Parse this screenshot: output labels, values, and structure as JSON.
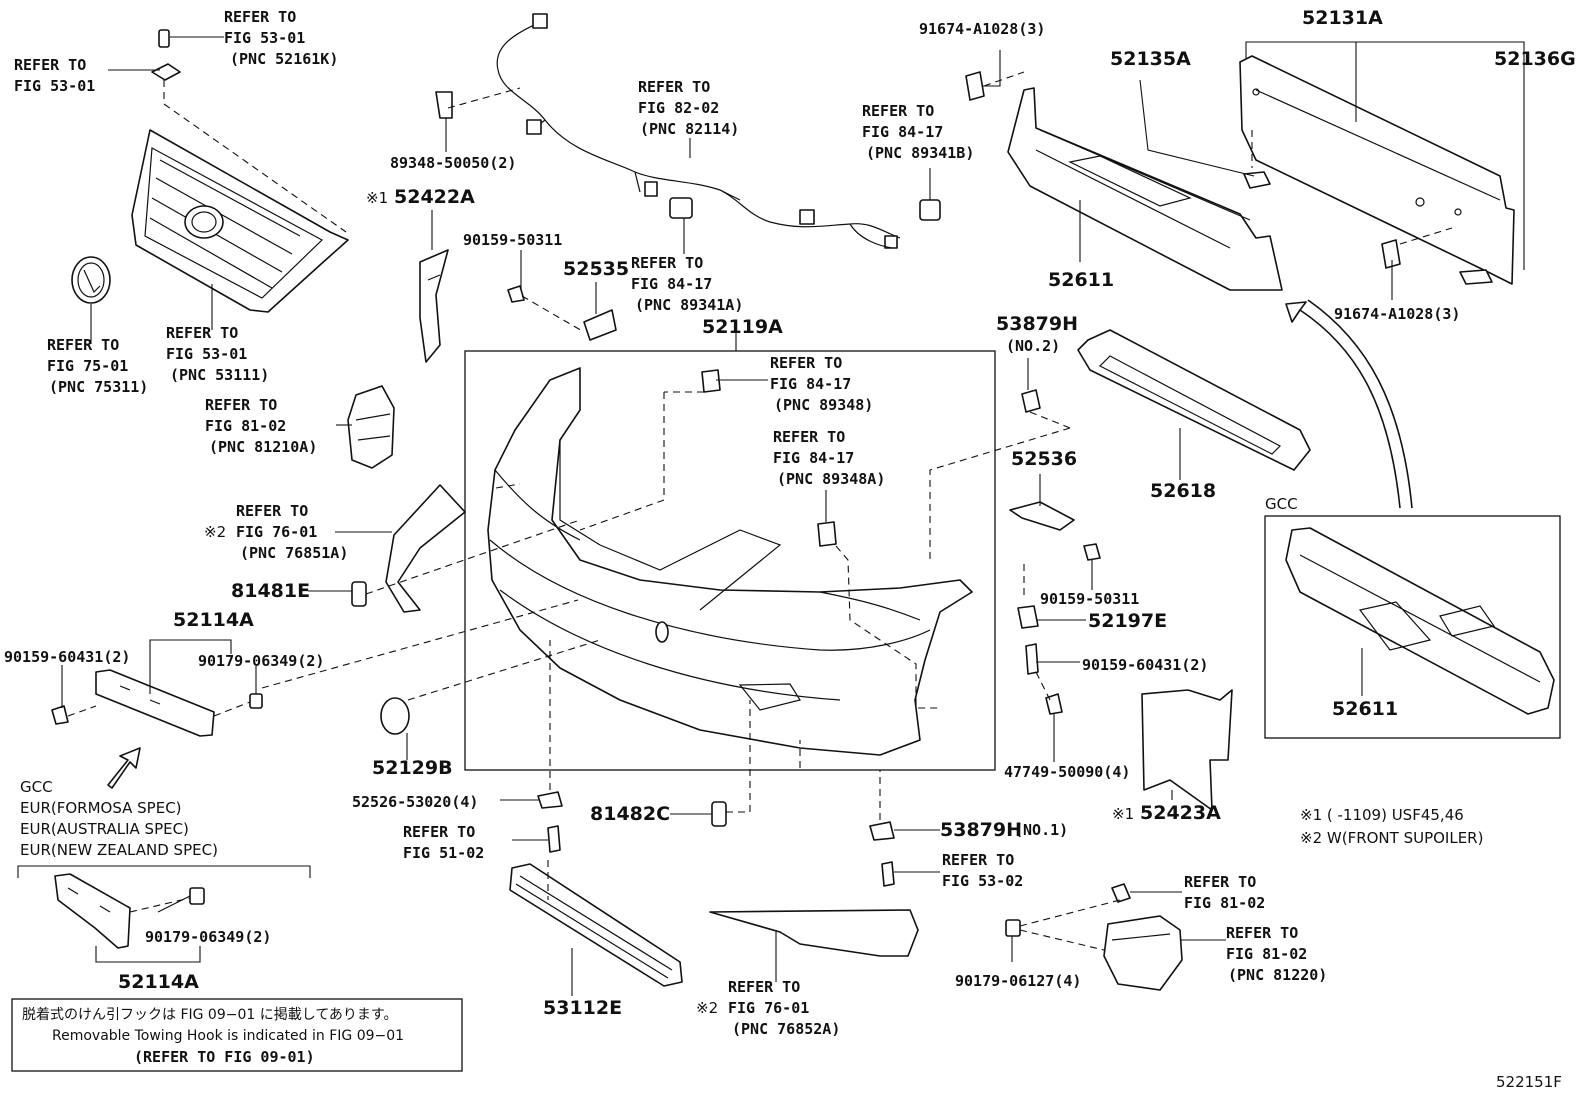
{
  "figure_code": "522151F",
  "labels": {
    "l1": [
      "REFER TO",
      "FIG 53-01",
      "(PNC 52161K)"
    ],
    "l2": [
      "REFER TO",
      "FIG 53-01"
    ],
    "l3": [
      "REFER TO",
      "FIG 75-01",
      "(PNC 75311)"
    ],
    "l4": [
      "REFER TO",
      "FIG 53-01",
      "(PNC 53111)"
    ],
    "l5": [
      "REFER TO",
      "FIG 81-02",
      "(PNC 81210A)"
    ],
    "l6": [
      "REFER TO",
      "FIG 76-01",
      "(PNC 76851A)"
    ],
    "l7": [
      "89348-50050(2)"
    ],
    "l8": [
      "REFER TO",
      "FIG 82-02",
      "(PNC 82114)"
    ],
    "l9": [
      "90159-50311"
    ],
    "l10": [
      "REFER TO",
      "FIG 84-17",
      "(PNC 89341A)"
    ],
    "l11": [
      "REFER TO",
      "FIG 84-17",
      "(PNC 89341B)"
    ],
    "l12": [
      "91674-A1028(3)"
    ],
    "l13": [
      "REFER TO",
      "FIG 84-17",
      "(PNC 89348)"
    ],
    "l14": [
      "REFER TO",
      "FIG 84-17",
      "(PNC 89348A)"
    ],
    "l15": [
      "(NO.2)"
    ],
    "l16": [
      "90159-50311"
    ],
    "l17": [
      "90159-60431(2)"
    ],
    "l18": [
      "47749-50090(4)"
    ],
    "l19": [
      "91674-A1028(3)"
    ],
    "l20": [
      "90159-60431(2)"
    ],
    "l21": [
      "90179-06349(2)"
    ],
    "l22": [
      "90179-06349(2)"
    ],
    "l23": [
      "52526-53020(4)"
    ],
    "l24": [
      "REFER TO",
      "FIG 51-02"
    ],
    "l25": [
      "(NO.1)"
    ],
    "l26": [
      "REFER TO",
      "FIG 53-02"
    ],
    "l27": [
      "REFER TO",
      "FIG 81-02"
    ],
    "l28": [
      "REFER TO",
      "FIG 81-02",
      "(PNC 81220)"
    ],
    "l29": [
      "90179-06127(4)"
    ],
    "l30": [
      "REFER TO",
      "FIG 76-01",
      "(PNC 76852A)"
    ]
  },
  "pncs": {
    "p52422A": "52422A",
    "p52535": "52535",
    "p52119A": "52119A",
    "p81481E": "81481E",
    "p52114A_top": "52114A",
    "p52129B": "52129B",
    "p81482C": "81482C",
    "p53112E": "53112E",
    "p52114A_bottom": "52114A",
    "p52131A": "52131A",
    "p52135A": "52135A",
    "p52136G": "52136G",
    "p52611_top": "52611",
    "p52618": "52618",
    "p52611_gcc": "52611",
    "p53879H_1": "53879H",
    "p53879H_2": "53879H",
    "p52536": "52536",
    "p52197E": "52197E",
    "p52423A": "52423A"
  },
  "marks": {
    "m1a": "※1",
    "m2a": "※2",
    "m1b": "※1",
    "m2b": "※2"
  },
  "notes": {
    "gcc_right": "GCC",
    "gcc_left": [
      "GCC",
      "EUR(FORMOSA SPEC)",
      "EUR(AUSTRALIA SPEC)",
      "EUR(NEW ZEALAND SPEC)"
    ],
    "footnote1": "※1 (         -1109) USF45,46",
    "footnote2": "※2 W(FRONT SUPOILER)"
  },
  "towing_box": {
    "line_jp": "脱着式のけん引フックは FIG 09−01 に掲載してあります。",
    "line_en": "Removable Towing Hook is indicated in FIG 09−01",
    "refer": "(REFER TO FIG 09-01)"
  }
}
